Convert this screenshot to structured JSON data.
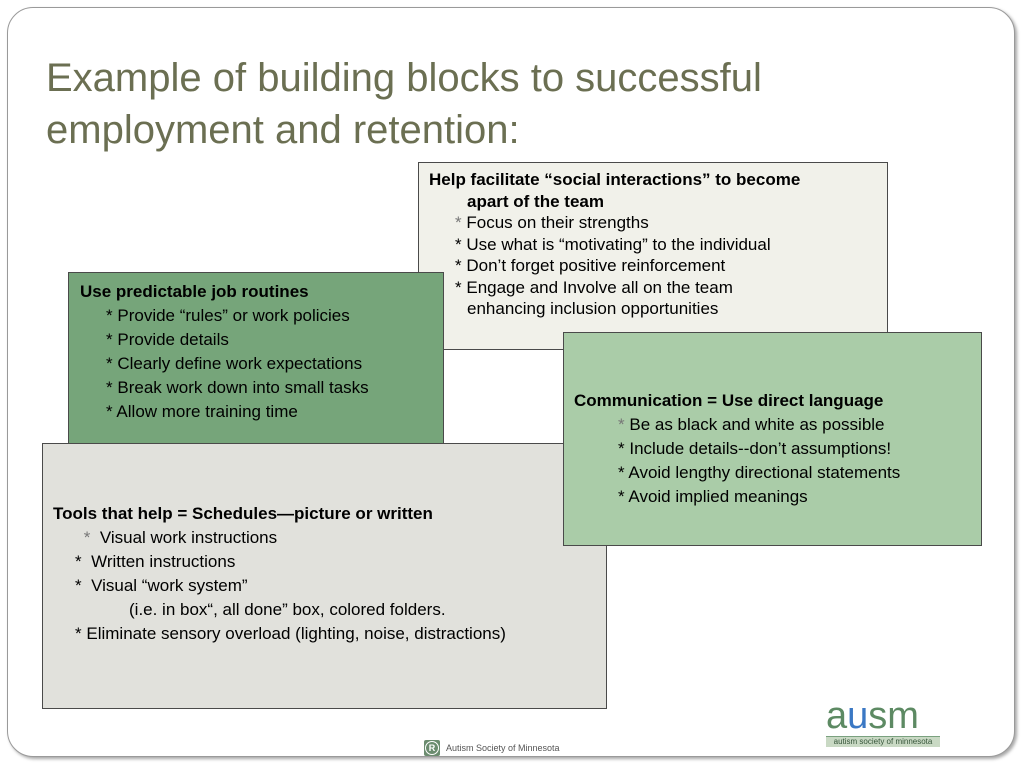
{
  "slide": {
    "title_line1": "Example of building blocks to successful",
    "title_line2": "employment and retention:"
  },
  "social_box": {
    "head_line1": "Help facilitate “social interactions” to become",
    "head_line2": "apart of the team",
    "items": [
      "Focus on their strengths",
      "Use what is “motivating” to the individual",
      "Don’t forget positive reinforcement",
      "Engage and Involve all on the team"
    ],
    "item_last_cont": "enhancing inclusion opportunities"
  },
  "routines_box": {
    "head": "Use predictable job routines",
    "items": [
      "Provide “rules” or work policies",
      "Provide details",
      "Clearly define work expectations",
      "Break work down into small tasks",
      "Allow more training time"
    ]
  },
  "tools_box": {
    "head": "Tools that help = Schedules—picture or written",
    "items": [
      "Visual work instructions",
      "Written instructions",
      "Visual “work system”"
    ],
    "item3_cont": "(i.e. in box“, all done” box, colored folders.",
    "item4": "Eliminate sensory overload (lighting, noise, distractions)"
  },
  "comm_box": {
    "head": "Communication  = Use direct language",
    "items": [
      "Be as black and white as possible",
      "Include details--don’t assumptions!",
      "Avoid lengthy directional statements",
      "Avoid implied meanings"
    ]
  },
  "bullet": "*",
  "logo": {
    "text_a": "a",
    "text_u": "u",
    "text_sm": "sm",
    "sub": "autism society of minnesota",
    "icon": "ausm-logo"
  },
  "footer": {
    "reg_symbol": "R",
    "text": "Autism Society of Minnesota",
    "icon": "registered-icon"
  },
  "colors": {
    "title": "#6b6f52",
    "routines_bg": "#76a57a",
    "comm_bg": "#aacca8",
    "tools_bg": "#e1e1dc",
    "social_bg": "#f1f1ea"
  }
}
